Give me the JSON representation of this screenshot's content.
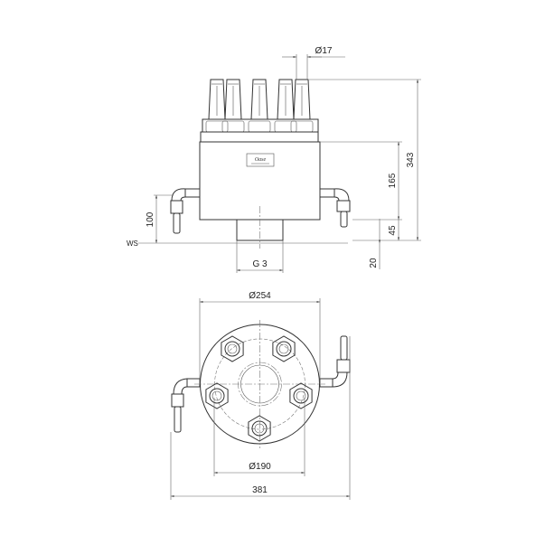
{
  "drawing": {
    "logo": "Oase",
    "side_view": {
      "nozzle_diameter": "Ø17",
      "total_height": "343",
      "body_height": "165",
      "thread_height": "45",
      "outlet_height": "100",
      "thread_depth": "20",
      "thread": "G 3",
      "water_surface": "WS"
    },
    "top_view": {
      "body_diameter": "Ø254",
      "nozzle_circle_diameter": "Ø190",
      "total_width": "381"
    }
  }
}
